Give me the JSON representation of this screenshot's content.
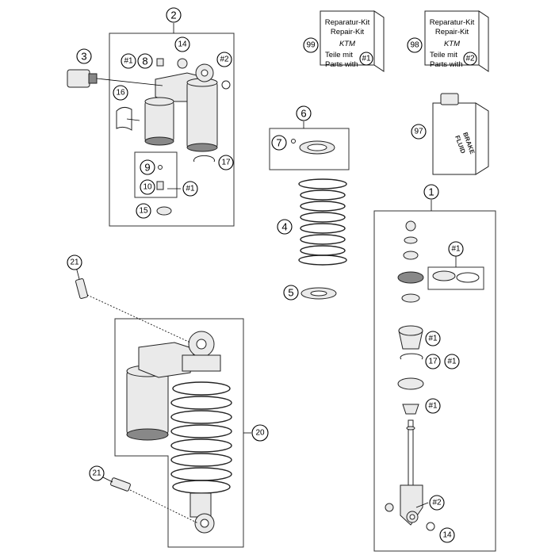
{
  "callouts": {
    "c1": "1",
    "c2": "2",
    "c3": "3",
    "c4": "4",
    "c5": "5",
    "c6": "6",
    "c7": "7",
    "c8": "8",
    "c9": "9",
    "c10": "10",
    "c14a": "14",
    "c14b": "14",
    "c15": "15",
    "c16": "16",
    "c17a": "17",
    "c17b": "17",
    "c20": "20",
    "c21a": "21",
    "c21b": "21",
    "c97": "97",
    "c98": "98",
    "c99": "99",
    "h1a": "#1",
    "h1b": "#1",
    "h1c": "#1",
    "h1d": "#1",
    "h1e": "#1",
    "h1f": "#1",
    "h1g": "#1",
    "h2a": "#2",
    "h2b": "#2"
  },
  "kit_99": {
    "line1": "Reparatur-Kit",
    "line2": "Repair-Kit",
    "line3": "Teile mit",
    "line4": "Parts with",
    "ref": "#1"
  },
  "kit_98": {
    "line1": "Reparatur-Kit",
    "line2": "Repair-Kit",
    "line3": "Teile mit",
    "line4": "Parts with",
    "ref": "#2"
  },
  "brake_fluid": {
    "line1": "BRAKE",
    "line2": "FLUID"
  }
}
